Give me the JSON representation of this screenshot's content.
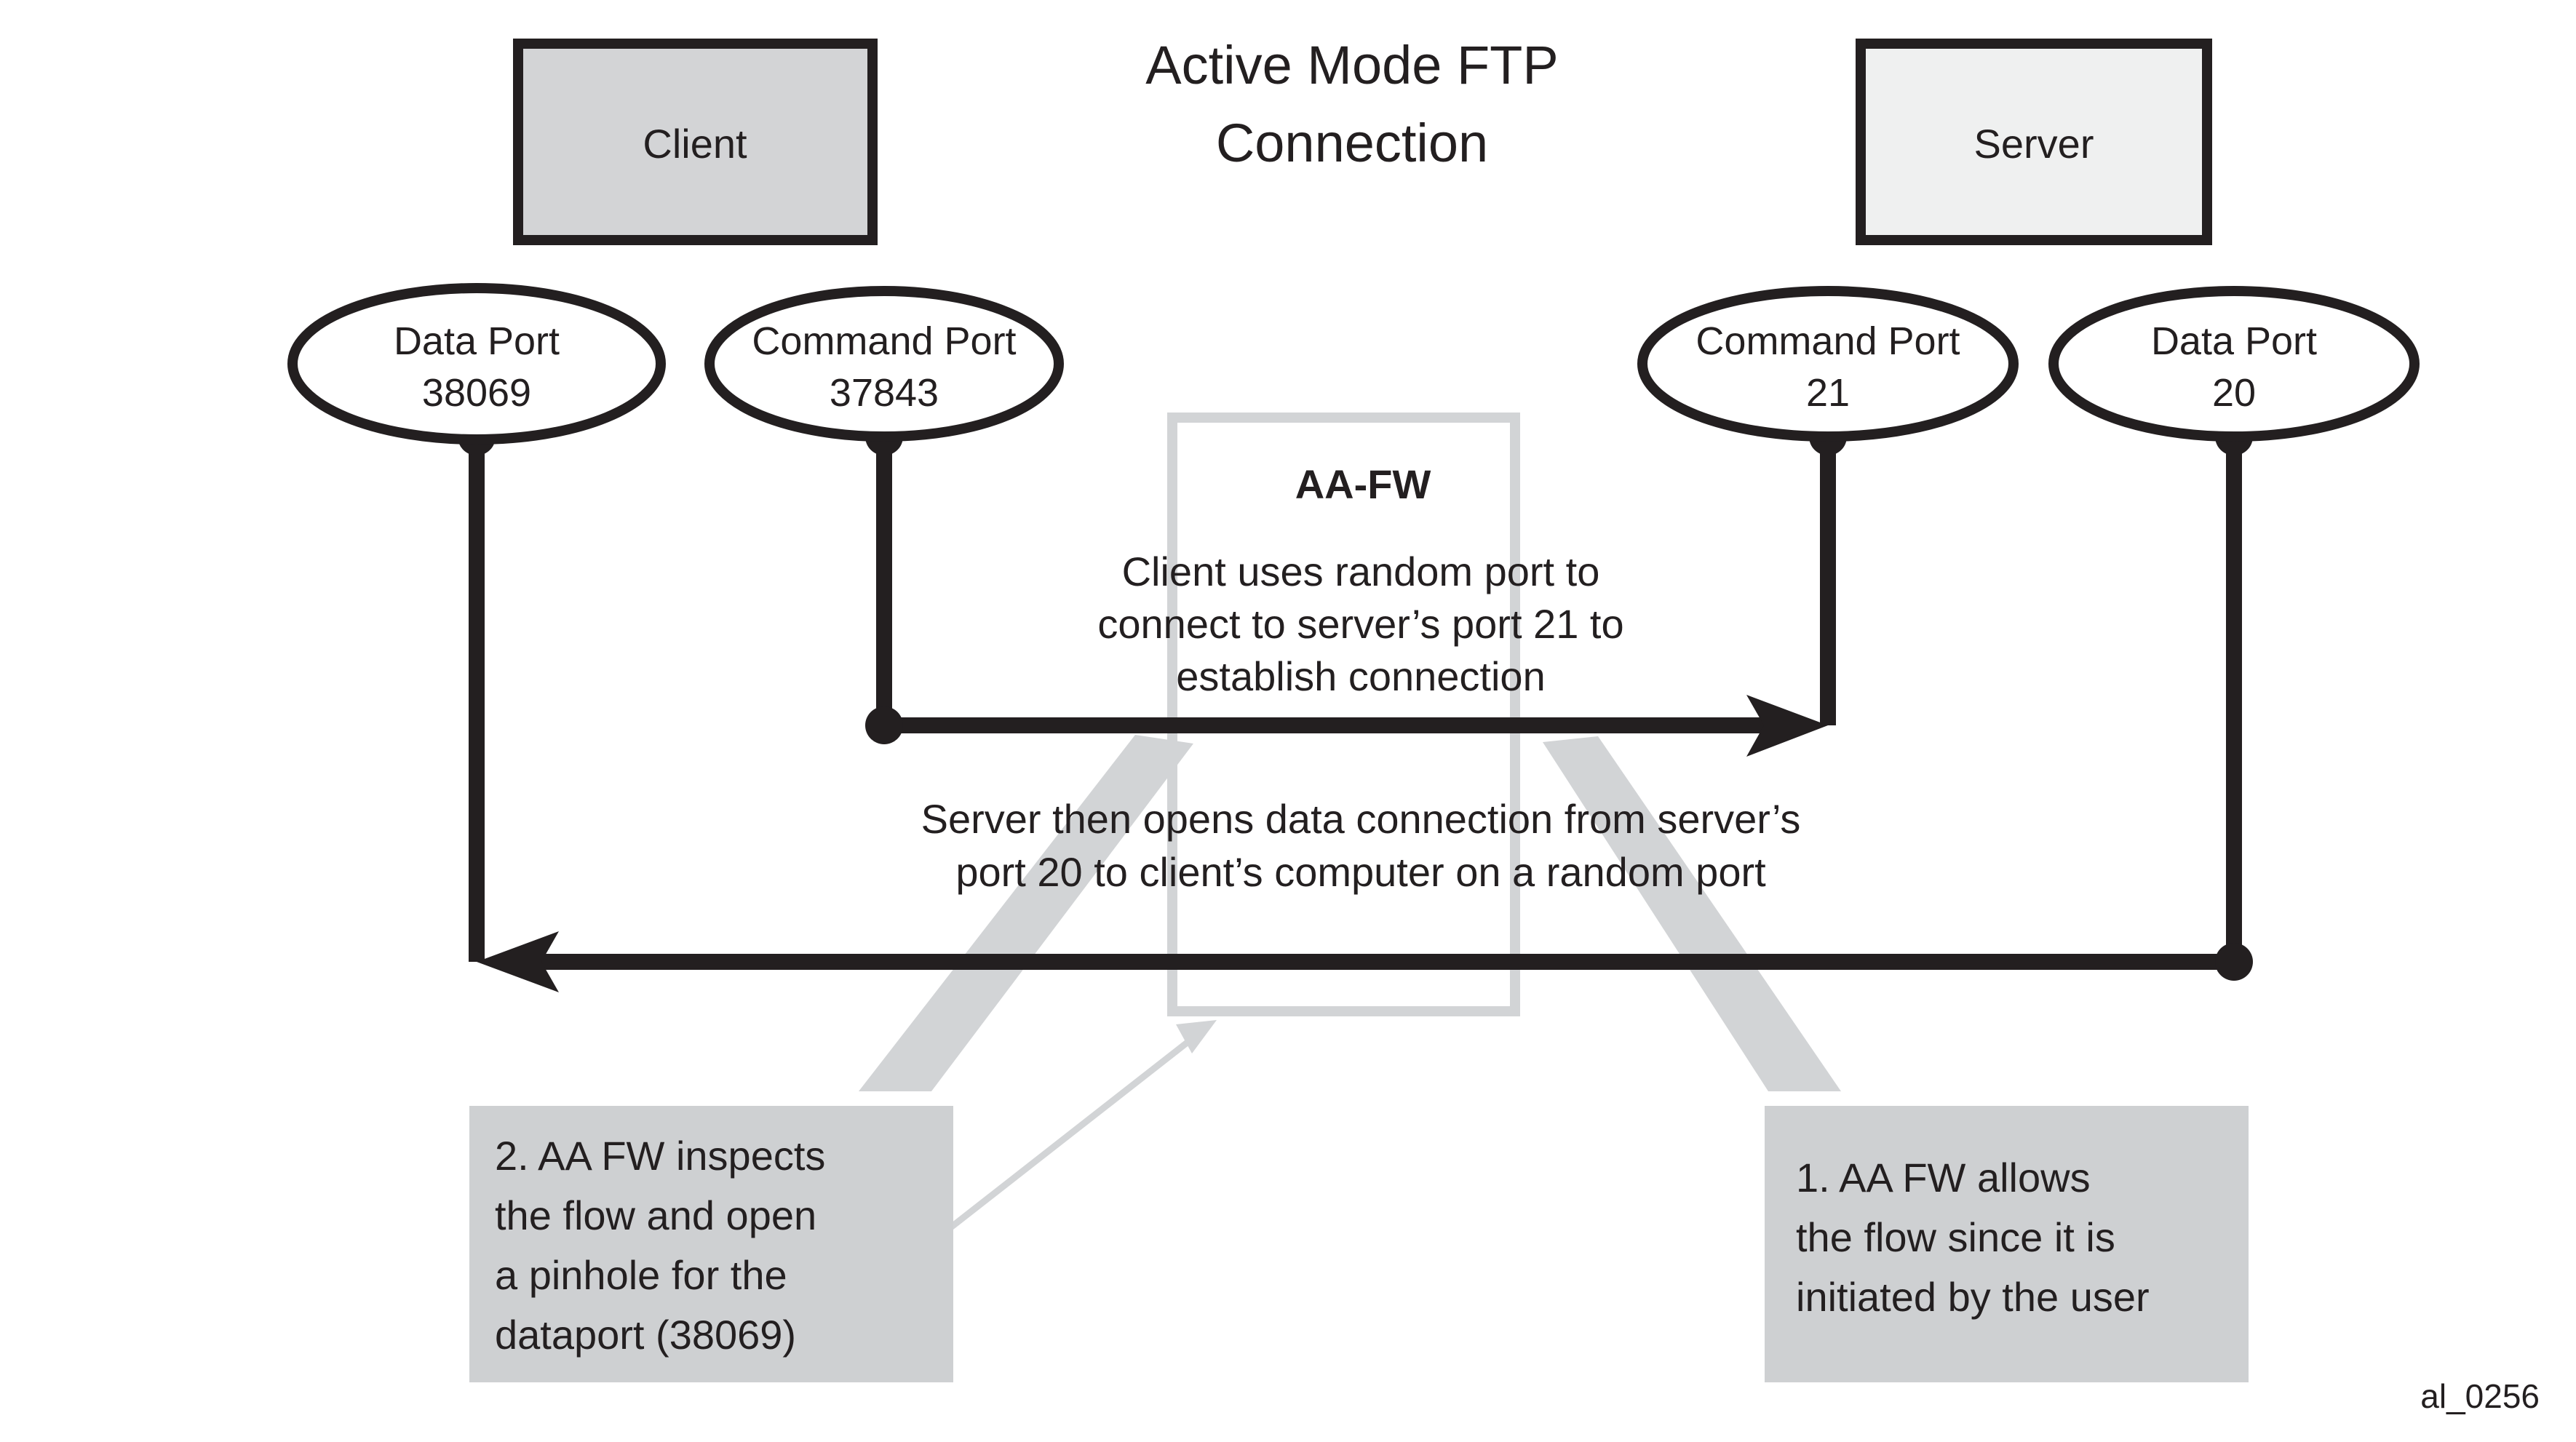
{
  "diagram": {
    "title_line1": "Active Mode FTP",
    "title_line2": "Connection",
    "corner_code": "al_0256",
    "colors": {
      "stroke": "#231f20",
      "client_fill": "#d3d4d6",
      "server_fill": "#eff0f0",
      "callout_fill": "#ced0d2",
      "fw_border": "#d2d4d6",
      "pointer_gray": "#d2d4d6",
      "background": "#ffffff"
    },
    "endpoints": [
      {
        "name": "client-box",
        "label": "Client"
      },
      {
        "name": "server-box",
        "label": "Server"
      }
    ],
    "ports": [
      {
        "name": "client-data-port",
        "label": "Data Port",
        "value": "38069"
      },
      {
        "name": "client-command-port",
        "label": "Command Port",
        "value": "37843"
      },
      {
        "name": "server-command-port",
        "label": "Command Port",
        "value": "21"
      },
      {
        "name": "server-data-port",
        "label": "Data Port",
        "value": "20"
      }
    ],
    "firewall": {
      "label": "AA-FW"
    },
    "flows": [
      {
        "name": "command-flow",
        "direction": "left-to-right",
        "lines": [
          "Client uses random port to",
          "connect to server’s port 21 to",
          "establish connection"
        ]
      },
      {
        "name": "data-flow",
        "direction": "right-to-left",
        "lines": [
          "Server then opens data connection from server’s",
          "port 20 to client’s computer on a random port"
        ]
      }
    ],
    "callouts": [
      {
        "name": "callout-step-2",
        "number": "2.",
        "lines": [
          "2. AA FW inspects",
          "the flow and open",
          "a pinhole for the",
          "dataport (38069)"
        ]
      },
      {
        "name": "callout-step-1",
        "number": "1.",
        "lines": [
          "1. AA FW allows",
          "the flow since it is",
          "initiated by the user"
        ]
      }
    ]
  }
}
